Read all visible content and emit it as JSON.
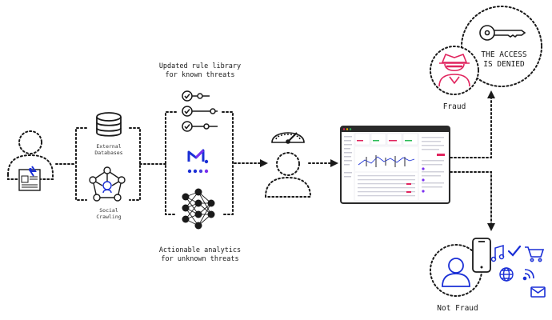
{
  "labels": {
    "rule_library": "Updated rule library\nfor known threats",
    "analytics": "Actionable analytics\nfor unknown threats",
    "external_databases": "External\nDatabases",
    "social_crawling": "Social\nCrawling",
    "fraud": "Fraud",
    "not_fraud": "Not Fraud",
    "access_denied": "THE ACCESS\nIS DENIED"
  },
  "colors": {
    "ink": "#1a1a1a",
    "accent_blue": "#1a2fd6",
    "accent_purple": "#7a2ff0",
    "fraud_red": "#e0245e"
  },
  "icons": [
    "user-icon",
    "document-icon",
    "database-icon",
    "network-icon",
    "checklist-icon",
    "brand-logo-icon",
    "neural-network-icon",
    "speedometer-icon",
    "dashboard-screenshot",
    "hacker-icon",
    "key-icon",
    "phone-icon",
    "music-icon",
    "check-icon",
    "cart-icon",
    "globe-icon",
    "rss-icon",
    "mail-icon"
  ]
}
